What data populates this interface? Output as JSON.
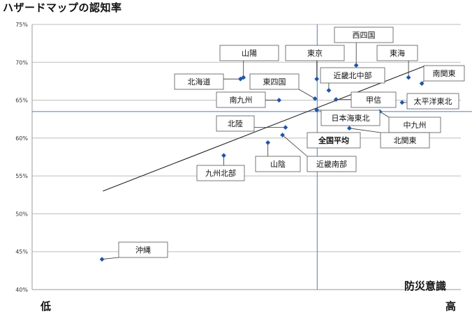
{
  "chart_data": {
    "type": "scatter",
    "title": "ハザードマップの認知率",
    "xlabel": "防災意識",
    "x_low_label": "低",
    "x_high_label": "高",
    "ylim": [
      40,
      75
    ],
    "y_tick_labels": [
      "40%",
      "45%",
      "50%",
      "55%",
      "60%",
      "65%",
      "70%",
      "75%"
    ],
    "y_ticks": [
      40,
      45,
      50,
      55,
      60,
      65,
      70,
      75
    ],
    "xlim": [
      0,
      100
    ],
    "reference_lines": {
      "x_mean": 66.5,
      "y_mean": 63.5
    },
    "trendline": {
      "x1": 16.5,
      "y1": 53.0,
      "x2": 91.5,
      "y2": 69.5
    },
    "point_color": "#1f56a7",
    "line_color": "#4a7fc1",
    "points": [
      {
        "label": "西四国",
        "x": 75.6,
        "y": 69.6,
        "emphasis": false
      },
      {
        "label": "東京",
        "x": 66.4,
        "y": 67.8,
        "emphasis": false
      },
      {
        "label": "山陽",
        "x": 49.3,
        "y": 68.0,
        "emphasis": false
      },
      {
        "label": "北海道",
        "x": 48.6,
        "y": 67.8,
        "emphasis": false
      },
      {
        "label": "東海",
        "x": 87.8,
        "y": 68.0,
        "emphasis": false
      },
      {
        "label": "南関東",
        "x": 90.9,
        "y": 67.2,
        "emphasis": false
      },
      {
        "label": "近畿北中部",
        "x": 69.2,
        "y": 66.3,
        "emphasis": false
      },
      {
        "label": "東四国",
        "x": 66.0,
        "y": 65.2,
        "emphasis": false
      },
      {
        "label": "南九州",
        "x": 57.6,
        "y": 65.0,
        "emphasis": false
      },
      {
        "label": "甲信",
        "x": 70.9,
        "y": 65.1,
        "emphasis": false
      },
      {
        "label": "太平洋東北",
        "x": 86.3,
        "y": 64.7,
        "emphasis": false
      },
      {
        "label": "日本海東北",
        "x": 66.4,
        "y": 63.7,
        "emphasis": true
      },
      {
        "label": "中九州",
        "x": 81.1,
        "y": 63.5,
        "emphasis": false
      },
      {
        "label": "北陸",
        "x": 59.1,
        "y": 61.4,
        "emphasis": false
      },
      {
        "label": "北関東",
        "x": 74.0,
        "y": 61.3,
        "emphasis": false
      },
      {
        "label": "近畿南部",
        "x": 58.4,
        "y": 60.4,
        "emphasis": false
      },
      {
        "label": "山陰",
        "x": 55.0,
        "y": 59.4,
        "emphasis": false
      },
      {
        "label": "九州北部",
        "x": 44.7,
        "y": 57.7,
        "emphasis": false
      },
      {
        "label": "沖縄",
        "x": 16.3,
        "y": 44.0,
        "emphasis": false
      },
      {
        "label": "全国平均",
        "x": 69.0,
        "y": 66.5,
        "emphasis": false,
        "is_bold": true
      }
    ],
    "callouts": [
      {
        "label": "西四国"
      },
      {
        "label": "東京"
      },
      {
        "label": "山陽"
      },
      {
        "label": "北海道"
      },
      {
        "label": "東海"
      },
      {
        "label": "南関東"
      },
      {
        "label": "近畿北中部"
      },
      {
        "label": "東四国"
      },
      {
        "label": "南九州"
      },
      {
        "label": "甲信"
      },
      {
        "label": "太平洋東北"
      },
      {
        "label": "日本海東北"
      },
      {
        "label": "中九州"
      },
      {
        "label": "北陸"
      },
      {
        "label": "全国平均"
      },
      {
        "label": "北関東"
      },
      {
        "label": "九州北部"
      },
      {
        "label": "山陰"
      },
      {
        "label": "近畿南部"
      },
      {
        "label": "沖縄"
      }
    ]
  }
}
